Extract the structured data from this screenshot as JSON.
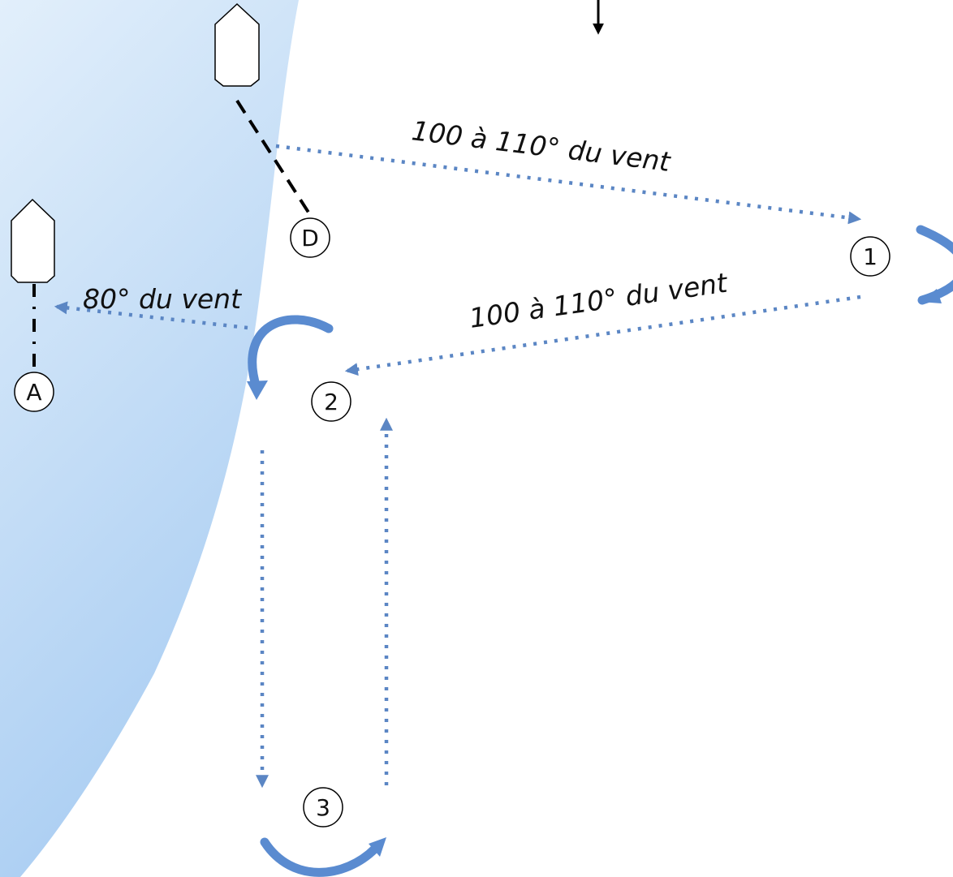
{
  "labels": {
    "leg1": "100 à 110° du vent",
    "leg2": "100 à 110° du vent",
    "leg_final": "80° du vent"
  },
  "marks": {
    "start": "D",
    "finish": "A",
    "mark1": "1",
    "mark2": "2",
    "mark3": "3"
  },
  "colors": {
    "zone_light": "#e2effb",
    "zone_dark": "#a9cdf2",
    "course_line": "#5b86c4",
    "turn_arrow": "#5a8bd0",
    "line_black": "#000000"
  },
  "icons": {
    "wind": "wind-direction-arrow",
    "boat": "boat-icon",
    "rounding": "rounding-arrow"
  }
}
